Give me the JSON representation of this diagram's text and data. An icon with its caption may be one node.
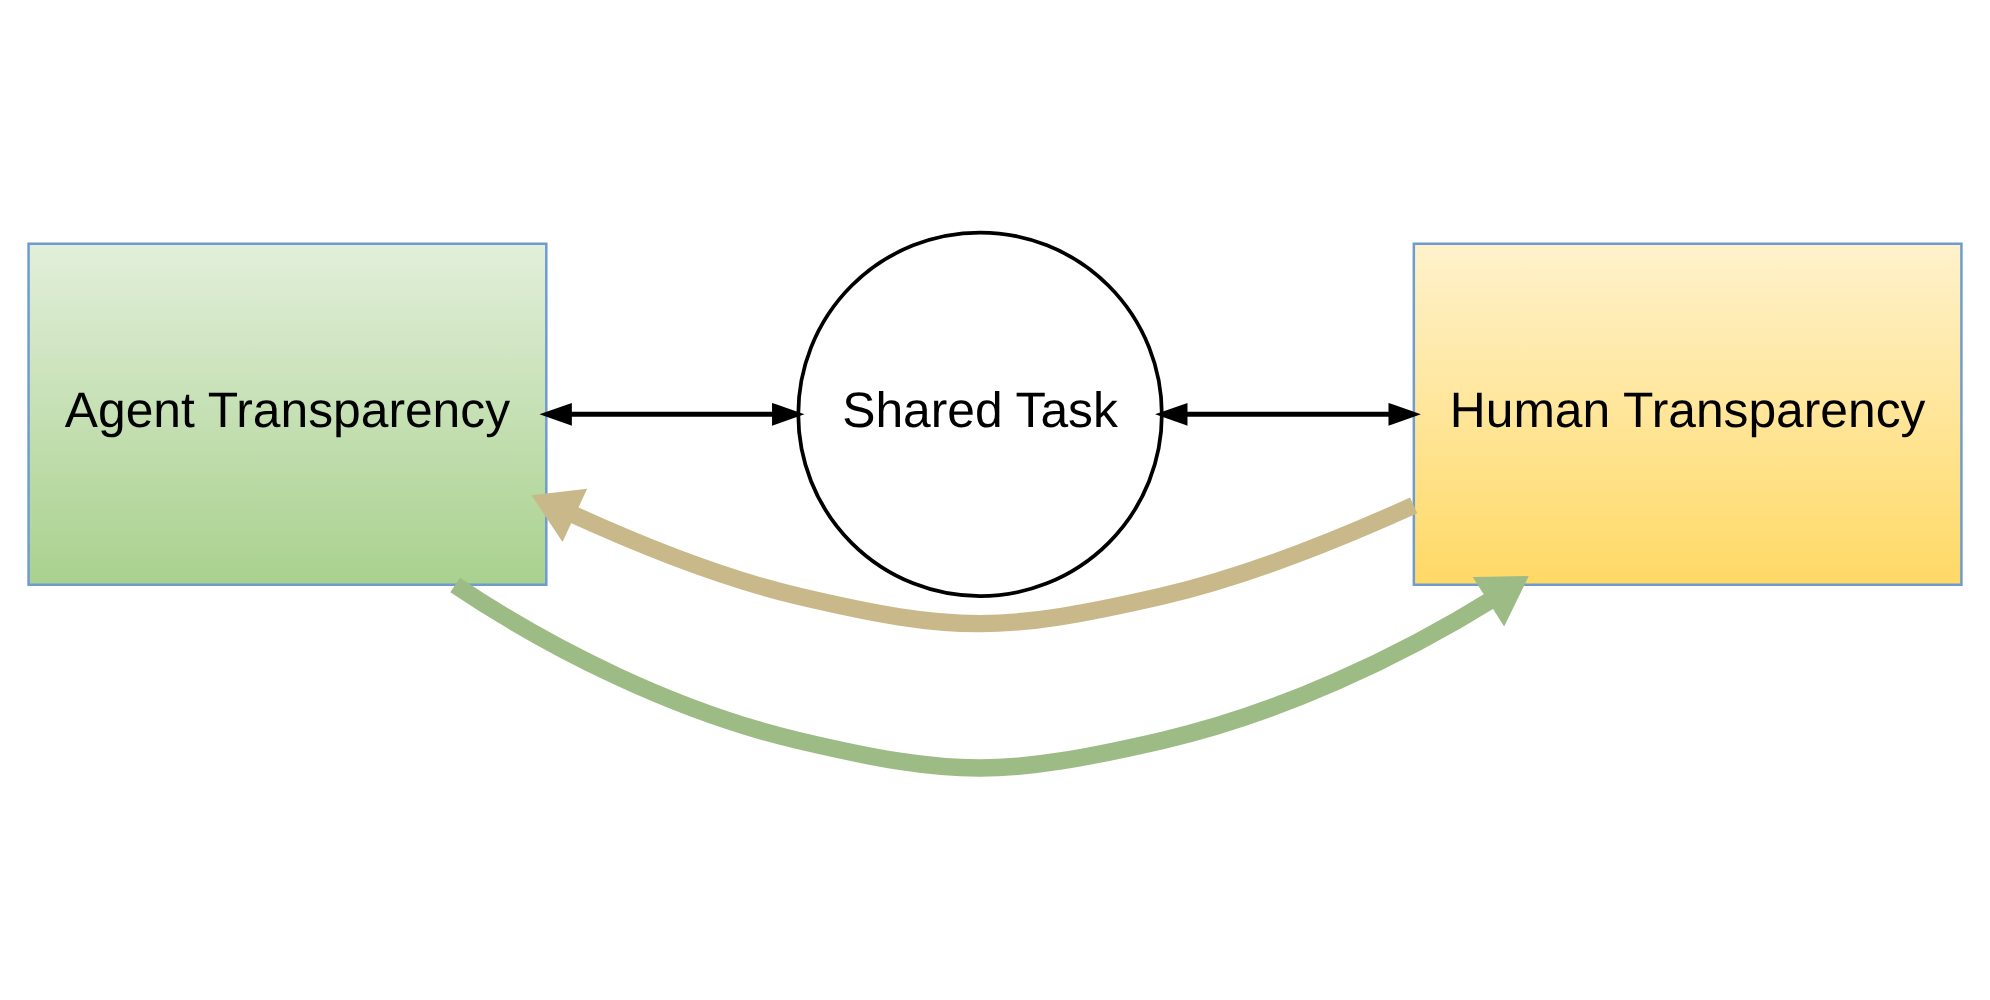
{
  "diagram": {
    "nodes": [
      {
        "text": [
          "Agent Transparency"
        ]
      },
      {
        "text": [
          "Shared Task"
        ]
      },
      {
        "text": [
          "Human Transparency"
        ]
      }
    ],
    "edges": [
      {
        "from": 0,
        "to": 1,
        "arrow": "both"
      },
      {
        "from": 1,
        "to": 2,
        "arrow": "both"
      },
      {
        "from": 2,
        "to": 0,
        "arrow": "to",
        "style": "thick",
        "color": "#c9b98a"
      },
      {
        "from": 0,
        "to": 2,
        "arrow": "to",
        "style": "thick",
        "color": "#9dbb85"
      }
    ]
  }
}
